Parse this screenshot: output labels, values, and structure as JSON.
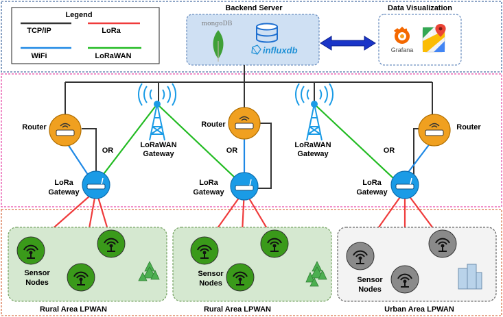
{
  "legend": {
    "title": "Legend",
    "items": [
      {
        "label": "TCP/IP",
        "color": "#333333"
      },
      {
        "label": "LoRa",
        "color": "#ef3b3b"
      },
      {
        "label": "WiFi",
        "color": "#1e88e5"
      },
      {
        "label": "LoRaWAN",
        "color": "#22bb22"
      }
    ]
  },
  "backend": {
    "title": "Backend Server",
    "mongo_label": "mongoDB",
    "influx_label": "influxdb"
  },
  "visualization": {
    "title": "Data Visualization",
    "grafana_label": "Grafana"
  },
  "network": {
    "router_label": "Router",
    "or_label": "OR",
    "lorawan_gateway_line1": "LoRaWAN",
    "lorawan_gateway_line2": "Gateway",
    "lora_gateway_line1": "LoRa",
    "lora_gateway_line2": "Gateway"
  },
  "areas": {
    "sensor_line1": "Sensor",
    "sensor_line2": "Nodes",
    "rural_label": "Rural Area LPWAN",
    "urban_label": "Urban Area LPWAN"
  },
  "colors": {
    "tcp": "#333333",
    "lora": "#ef3b3b",
    "wifi": "#1e88e5",
    "lorawan": "#22bb22",
    "router": "#f0a020",
    "gateway": "#1a9be6",
    "sensor_rural": "#3a9a1a",
    "sensor_urban": "#8a8a8a"
  }
}
